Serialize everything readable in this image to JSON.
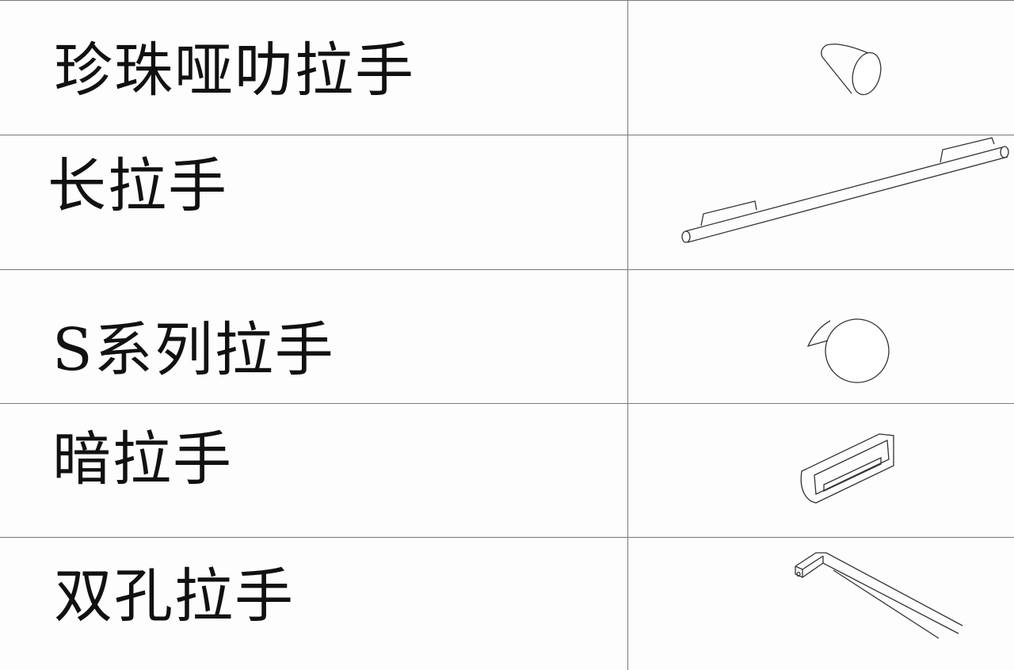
{
  "rows": [
    {
      "label": "珍珠哑叻拉手",
      "icon": "cone-knob-icon"
    },
    {
      "label": "长拉手",
      "icon": "long-bar-handle-icon"
    },
    {
      "label": "S系列拉手",
      "icon": "round-knob-icon"
    },
    {
      "label": "暗拉手",
      "icon": "recessed-handle-icon"
    },
    {
      "label": "双孔拉手",
      "icon": "two-hole-handle-icon"
    }
  ],
  "colors": {
    "grid": "#7a7a7a",
    "text": "#111111",
    "background": "#fdfdfd"
  }
}
